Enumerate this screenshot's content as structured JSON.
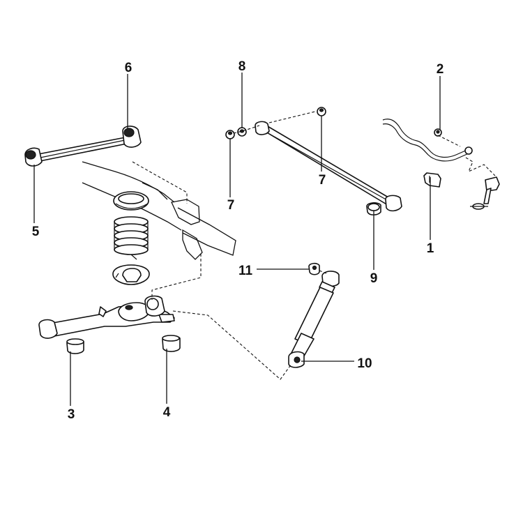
{
  "callouts": [
    {
      "id": "c1",
      "label": "1"
    },
    {
      "id": "c2",
      "label": "2"
    },
    {
      "id": "c3",
      "label": "3"
    },
    {
      "id": "c4",
      "label": "4"
    },
    {
      "id": "c5",
      "label": "5"
    },
    {
      "id": "c6",
      "label": "6"
    },
    {
      "id": "c7a",
      "label": "7"
    },
    {
      "id": "c7b",
      "label": "7"
    },
    {
      "id": "c8",
      "label": "8"
    },
    {
      "id": "c9",
      "label": "9"
    },
    {
      "id": "c10",
      "label": "10"
    },
    {
      "id": "c11",
      "label": "11"
    }
  ],
  "colors": {
    "line": "#111111",
    "background": "#ffffff"
  }
}
